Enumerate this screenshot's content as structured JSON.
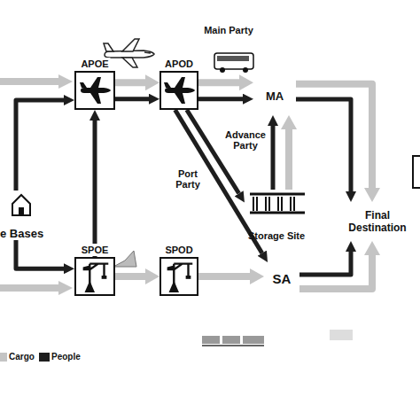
{
  "diagram": {
    "nodes": [
      {
        "text": [
          "APOE"
        ]
      },
      {
        "text": [
          "APOD"
        ]
      },
      {
        "text": [
          "MA"
        ]
      },
      {
        "text": [
          "Storage Site"
        ]
      },
      {
        "text": [
          "e Bases"
        ]
      },
      {
        "text": [
          "Final Destination"
        ]
      },
      {
        "text": [
          "SPOE"
        ]
      },
      {
        "text": [
          "SPOD"
        ]
      },
      {
        "text": [
          "SA"
        ]
      }
    ],
    "edges": [
      {
        "from": 4,
        "to": 0,
        "arrow": "to"
      },
      {
        "from": 4,
        "to": 6,
        "arrow": "to"
      },
      {
        "from": 6,
        "to": 0,
        "arrow": "to"
      },
      {
        "from": 0,
        "to": 1,
        "arrow": "to"
      },
      {
        "from": 0,
        "to": 1,
        "arrow": "to"
      },
      {
        "from": 1,
        "to": 2,
        "arrow": "to"
      },
      {
        "from": 1,
        "to": 2,
        "label": "Main Party",
        "arrow": "to"
      },
      {
        "from": 1,
        "to": 3,
        "label": "Advance Party",
        "arrow": "to"
      },
      {
        "from": 1,
        "to": 8,
        "label": "Port Party",
        "arrow": "to"
      },
      {
        "from": 3,
        "to": 2,
        "arrow": "to"
      },
      {
        "from": 3,
        "to": 2,
        "arrow": "to"
      },
      {
        "from": 6,
        "to": 7,
        "arrow": "to"
      },
      {
        "from": 7,
        "to": 8,
        "arrow": "to"
      },
      {
        "from": 2,
        "to": 5,
        "arrow": "to"
      },
      {
        "from": 2,
        "to": 5,
        "arrow": "to"
      },
      {
        "from": 8,
        "to": 5,
        "arrow": "to"
      },
      {
        "from": 8,
        "to": 5,
        "arrow": "to"
      }
    ],
    "legend": [
      {
        "text": "Cargo",
        "color": "#c4c4c4"
      },
      {
        "text": "People",
        "color": "#1e1e1e"
      }
    ]
  }
}
